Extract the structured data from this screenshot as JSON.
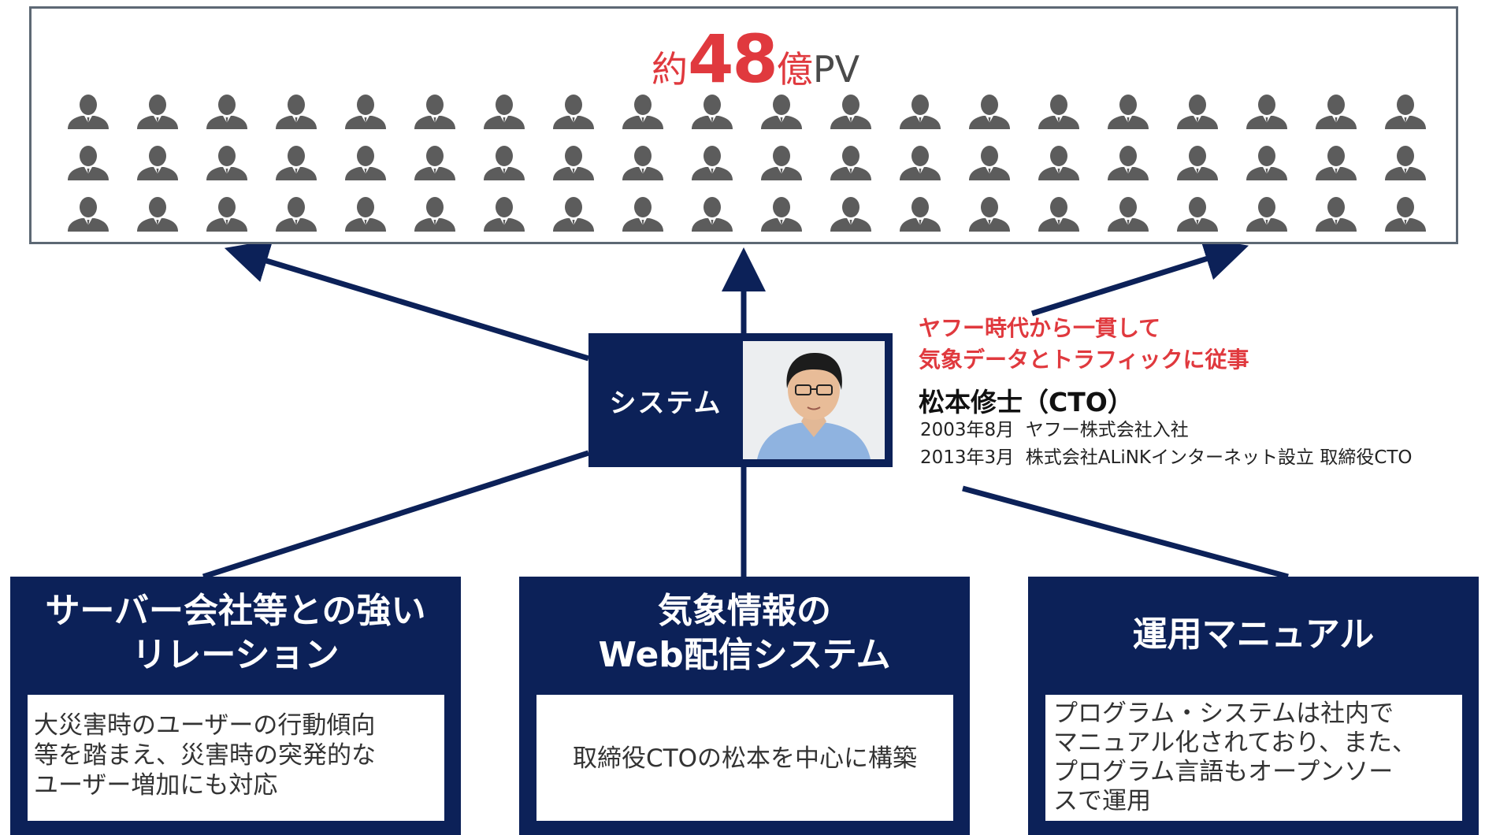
{
  "pageview_banner": {
    "prefix": "約",
    "number": "48",
    "unit": "億",
    "suffix": "PV",
    "user_icon": "person-in-suit-icon",
    "rows": 3,
    "columns": 20
  },
  "system_node": {
    "label": "システム",
    "photo": "person-photo"
  },
  "cto_profile": {
    "tagline": [
      "ヤフー時代から一貫して",
      "気象データとトラフィックに従事"
    ],
    "name": "松本修士（CTO）",
    "career": [
      "2003年8月  ヤフー株式会社入社",
      "2013年3月  株式会社ALiNKインターネット設立 取締役CTO"
    ]
  },
  "pillars": [
    {
      "title": [
        "サーバー会社等との強い",
        "リレーション"
      ],
      "description": [
        "大災害時のユーザーの行動傾向",
        "等を踏まえ、災害時の突発的な",
        "ユーザー増加にも対応"
      ]
    },
    {
      "title": [
        "気象情報の",
        "Web配信システム"
      ],
      "description": [
        "取締役CTOの松本を中心に構築"
      ]
    },
    {
      "title": [
        "運用マニュアル"
      ],
      "description": [
        "プログラム・システムは社内で",
        "マニュアル化されており、また、",
        "プログラム言語もオープンソー",
        "スで運用"
      ]
    }
  ],
  "colors": {
    "navy": "#0c2158",
    "accent_red": "#e0393e",
    "icon_gray": "#5c5c5c",
    "frame_gray": "#5d6874"
  }
}
